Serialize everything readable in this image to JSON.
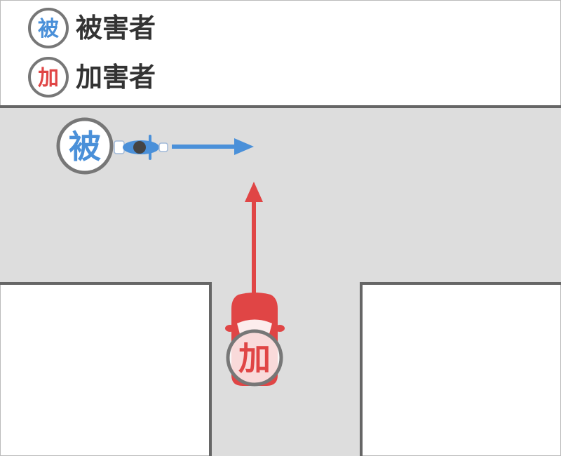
{
  "legend": {
    "victim": {
      "symbol": "被",
      "label": "被害者"
    },
    "offender": {
      "symbol": "加",
      "label": "加害者"
    }
  },
  "scene": {
    "victim_marker": "被",
    "offender_marker": "加"
  },
  "colors": {
    "victim": "#4a90d9",
    "offender": "#e04545",
    "road": "#dddddd",
    "road_edge": "#666666",
    "badge_ring": "#777777"
  },
  "icons": {
    "victim_vehicle": "motorcycle-top-view-icon",
    "offender_vehicle": "car-top-view-icon"
  }
}
